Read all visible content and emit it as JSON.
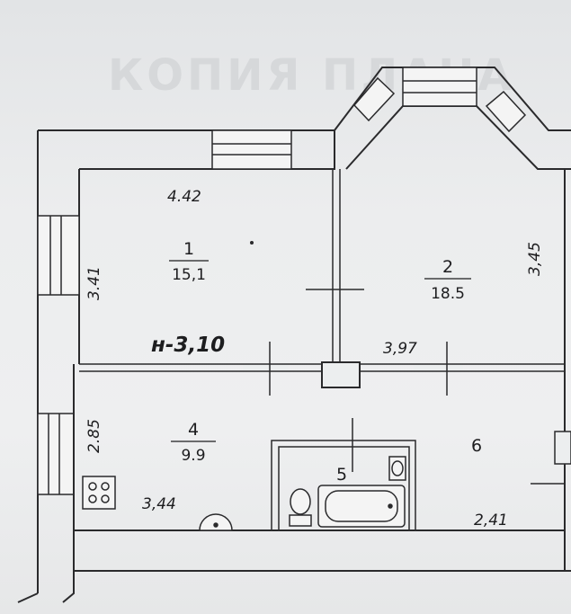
{
  "rooms": [
    {
      "number": "1",
      "area": "15,1"
    },
    {
      "number": "2",
      "area": "18.5"
    },
    {
      "number": "4",
      "area": "9.9"
    },
    {
      "number": "5",
      "area": ""
    },
    {
      "number": "6",
      "area": ""
    }
  ],
  "dimensions": {
    "room1_width": "4.42",
    "room1_height": "3.41",
    "room2_height": "3,45",
    "room2_width": "3,97",
    "room4_height": "2.85",
    "room4_width": "3,44",
    "hall_width": "2,41"
  },
  "ceiling_height": "н-3,10",
  "watermark": "КОПИЯ ПЛАНА"
}
